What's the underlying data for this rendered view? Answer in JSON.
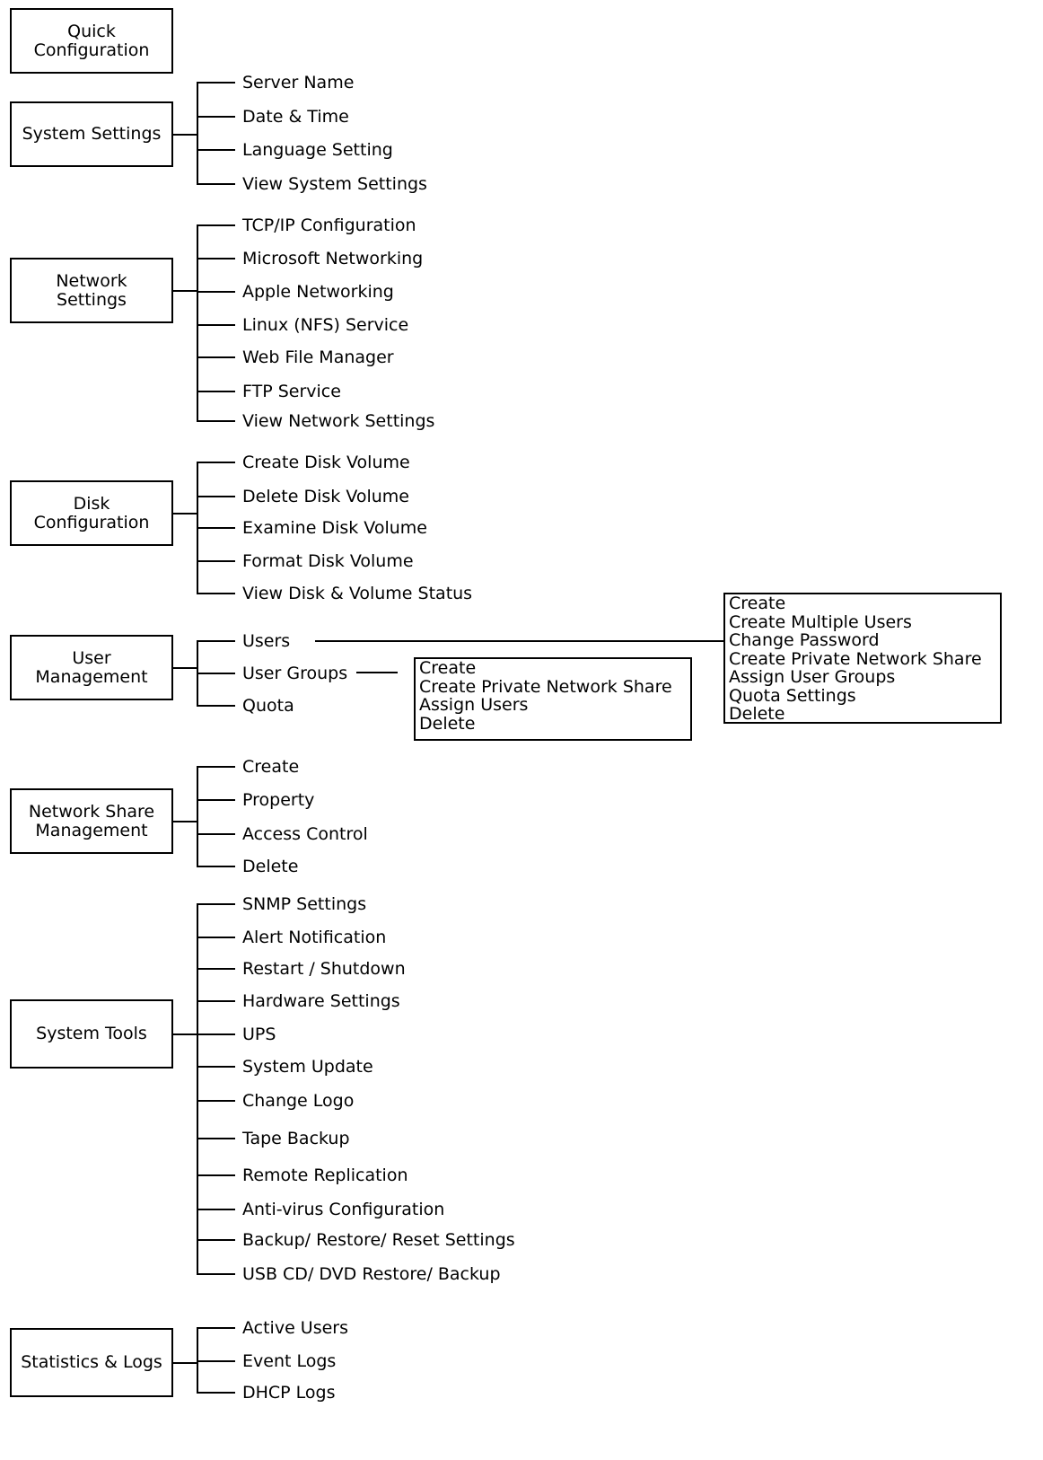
{
  "sections": [
    {
      "id": "quick",
      "box_lines": [
        "Quick",
        "Configuration"
      ],
      "items": []
    },
    {
      "id": "system-settings",
      "box_lines": [
        "System Settings"
      ],
      "items": [
        "Server Name",
        "Date & Time",
        "Language Setting",
        "View  System Settings"
      ]
    },
    {
      "id": "network-settings",
      "box_lines": [
        "Network",
        "Settings"
      ],
      "items": [
        "TCP/IP Configuration",
        "Microsoft Networking",
        "Apple Networking",
        "Linux (NFS) Service",
        "Web File Manager",
        "FTP Service",
        "View  Network Settings"
      ]
    },
    {
      "id": "disk-configuration",
      "box_lines": [
        "Disk",
        "Configuration"
      ],
      "items": [
        "Create Disk Volume",
        "Delete Disk Volume",
        "Examine Disk Volume",
        "Format Disk Volume",
        "View  Disk & Volume Status"
      ]
    },
    {
      "id": "user-management",
      "box_lines": [
        "User",
        "Management"
      ],
      "items": [
        "Users",
        "User Groups",
        "Quota"
      ]
    },
    {
      "id": "network-share-management",
      "box_lines": [
        "Network Share",
        "Management"
      ],
      "items": [
        "Create",
        "Property",
        "Access Control",
        "Delete"
      ]
    },
    {
      "id": "system-tools",
      "box_lines": [
        "System Tools"
      ],
      "items": [
        "SNMP Settings",
        "Alert Notification",
        "Restart / Shutdown",
        "Hardware Settings",
        "UPS",
        "System Update",
        "Change Logo",
        "Tape Backup",
        "Remote Replication",
        "Anti-virus Configuration",
        "Backup/ Restore/ Reset Settings",
        "USB CD/ DVD Restore/ Backup"
      ]
    },
    {
      "id": "statistics-logs",
      "box_lines": [
        "Statistics & Logs"
      ],
      "items": [
        "Active Users",
        "Event Logs",
        "DHCP Logs"
      ]
    }
  ],
  "users_submenu": [
    "Create",
    "Create Multiple Users",
    "Change Password",
    "Create Private Network Share",
    "Assign User Groups",
    "Quota Settings",
    "Delete"
  ],
  "user_groups_submenu": [
    "Create",
    "Create Private Network Share",
    "Assign Users",
    "Delete"
  ]
}
